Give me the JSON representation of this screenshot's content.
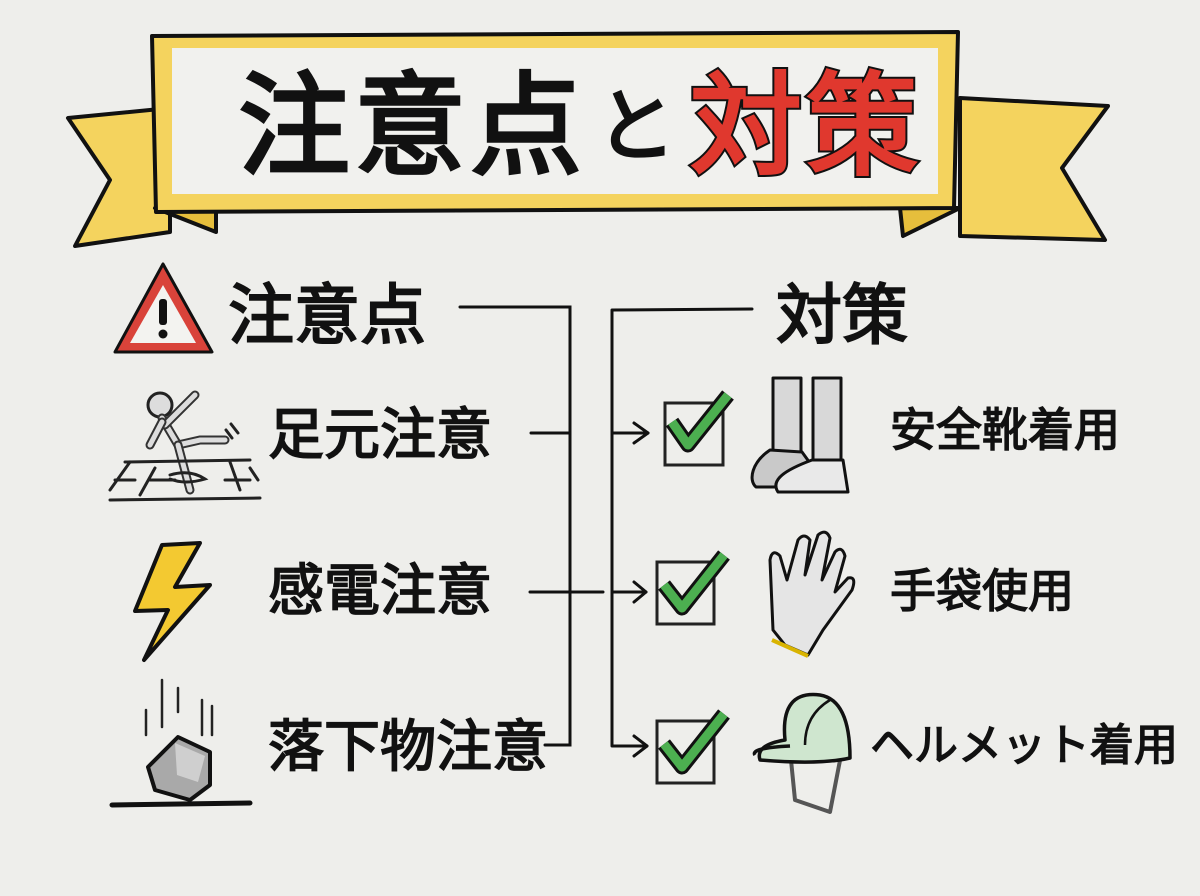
{
  "title": {
    "part1": "注意点",
    "connector": "と",
    "part2": "対策",
    "banner_color": "#f4d35e",
    "accent_red": "#e0382e"
  },
  "left_column": {
    "heading": "注意点",
    "heading_icon": "warning-triangle-icon",
    "items": [
      {
        "label": "足元注意",
        "icon": "slipping-person-icon"
      },
      {
        "label": "感電注意",
        "icon": "lightning-bolt-icon"
      },
      {
        "label": "落下物注意",
        "icon": "falling-object-icon"
      }
    ]
  },
  "right_column": {
    "heading": "対策",
    "items": [
      {
        "label": "安全靴着用",
        "icon": "safety-boots-icon",
        "checked": true
      },
      {
        "label": "手袋使用",
        "icon": "work-glove-icon",
        "checked": true
      },
      {
        "label": "ヘルメット着用",
        "icon": "hard-hat-icon",
        "checked": true
      }
    ],
    "check_color": "#4caf50"
  }
}
